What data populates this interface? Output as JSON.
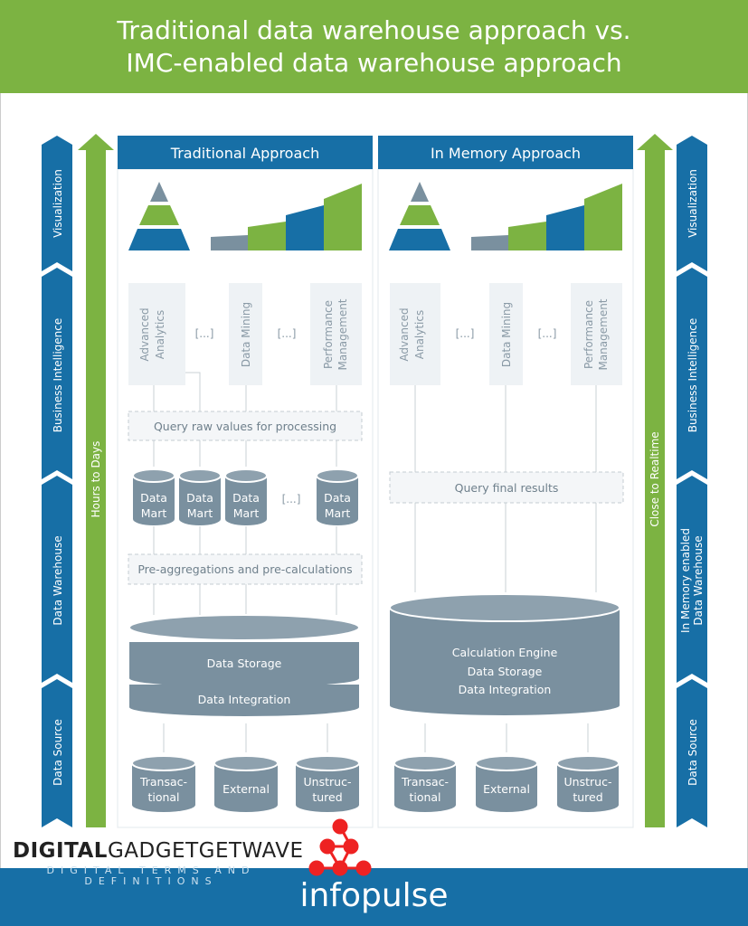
{
  "header": {
    "title_line1": "Traditional data warehouse approach vs.",
    "title_line2": "IMC-enabled data warehouse approach"
  },
  "left_ribbon": [
    "Visualization",
    "Business Intelligence",
    "Data Warehouse",
    "Data Source"
  ],
  "right_ribbon": [
    "Visualization",
    "Business Intelligence",
    "In Memory enabled",
    "Data Warehouse",
    "Data Source"
  ],
  "left_arrow": "Hours to Days",
  "right_arrow": "Close to Realtime",
  "traditional": {
    "title": "Traditional Approach",
    "apps": [
      [
        "Advanced",
        "Analytics"
      ],
      [
        "Data Mining"
      ],
      [
        "Performance",
        "Management"
      ]
    ],
    "ellipsis": "[...]",
    "query": "Query raw values for processing",
    "mart": [
      "Data",
      "Mart"
    ],
    "preagg": "Pre-aggregations and pre-calculations",
    "storage": "Data Storage",
    "integration": "Data Integration",
    "sources": [
      [
        "Transac-",
        "tional"
      ],
      [
        "External"
      ],
      [
        "Unstruc-",
        "tured"
      ]
    ]
  },
  "inmemory": {
    "title": "In Memory Approach",
    "apps": [
      [
        "Advanced",
        "Analytics"
      ],
      [
        "Data Mining"
      ],
      [
        "Performance",
        "Management"
      ]
    ],
    "ellipsis": "[...]",
    "query": "Query final results",
    "engine": [
      "Calculation Engine",
      "Data Storage",
      "Data Integration"
    ],
    "sources": [
      [
        "Transac-",
        "tional"
      ],
      [
        "External"
      ],
      [
        "Unstruc-",
        "tured"
      ]
    ]
  },
  "footer": {
    "brand": "infopulse"
  },
  "watermark": {
    "bold": "DIGITAL",
    "rest": "GADGETGETWAVE",
    "tag1": "DIGITAL TERMS AND",
    "tag2": "DEFINITIONS"
  },
  "colors": {
    "green": "#7cb342",
    "blue": "#176fa6",
    "gray": "#7a909f"
  }
}
